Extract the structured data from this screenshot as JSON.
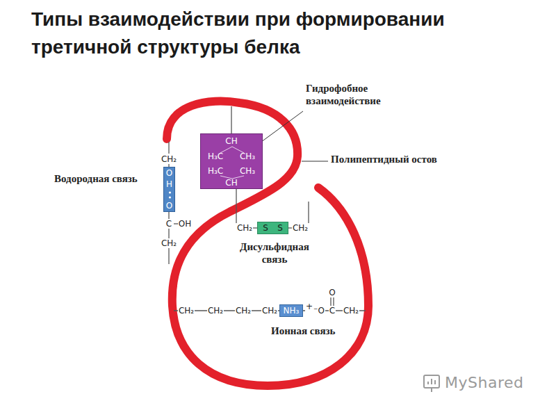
{
  "diagram": {
    "title": "Типы взаимодействии при формировании третичной структуры белка",
    "nodes": [
      {
        "text": [
          "CH",
          "H₃C",
          "CH₃",
          "H₃C",
          "CH₃",
          "CH"
        ]
      },
      {
        "text": [
          "O",
          "H",
          "O"
        ]
      },
      {
        "text": [
          "S",
          "S"
        ]
      },
      {
        "text": [
          "NH₃"
        ]
      }
    ],
    "labels": [
      "Гидрофобное взаимодействие",
      "Полипептидный остов",
      "Водородная связь",
      "Дисульфидная связь",
      "Ионная связь",
      "CH₂",
      "C",
      "OH",
      "CH₂",
      "CH₂",
      "CH₂",
      "CH₂",
      "CH₂",
      "CH₂",
      "CH₂",
      "+",
      "⁻O",
      "C",
      "CH₂",
      "O",
      "MyShared"
    ]
  }
}
